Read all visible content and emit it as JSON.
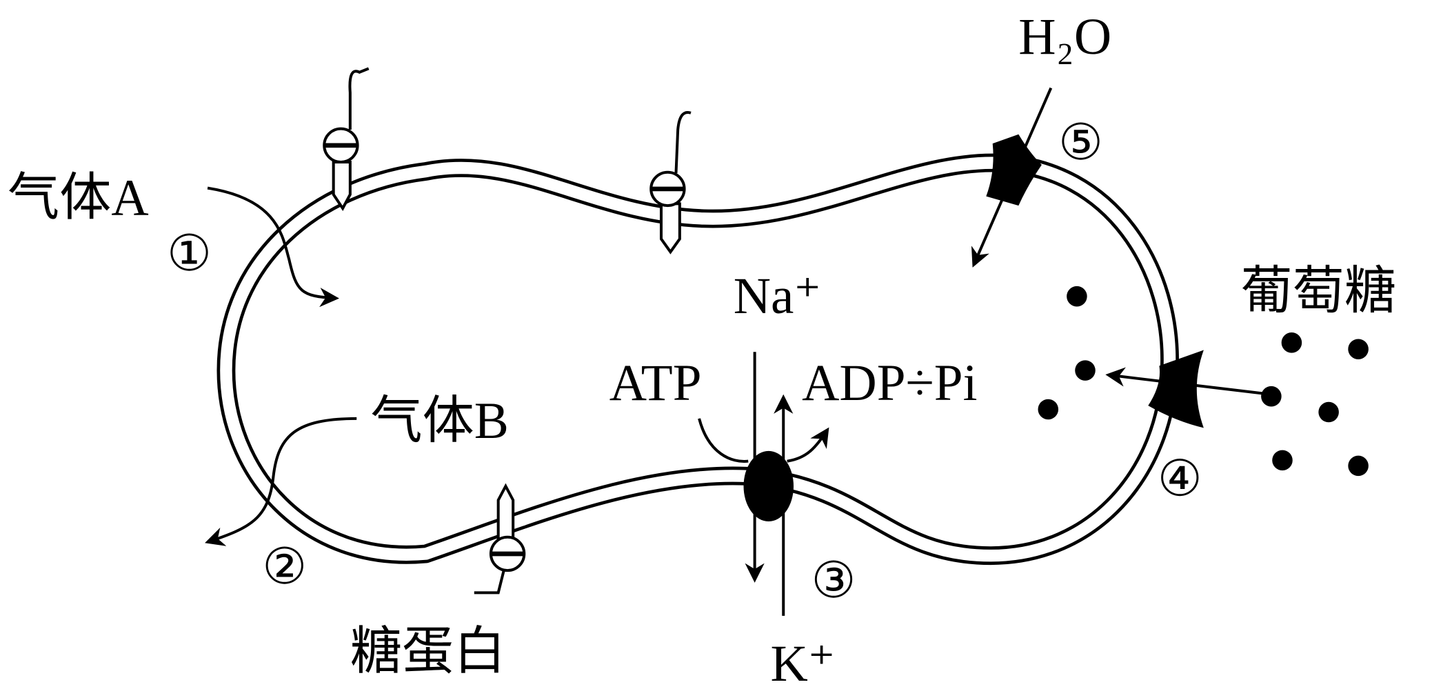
{
  "labels": {
    "gas_a": "气体A",
    "gas_b": "气体B",
    "glycoprotein": "糖蛋白",
    "na": "Na⁺",
    "k": "K⁺",
    "atp": "ATP",
    "adp_pi": "ADP÷Pi",
    "water": "H₂O",
    "glucose": "葡萄糖"
  },
  "markers": {
    "m1": "①",
    "m2": "②",
    "m3": "③",
    "m4": "④",
    "m5": "⑤"
  },
  "colors": {
    "ink": "#000000",
    "background": "#ffffff"
  }
}
